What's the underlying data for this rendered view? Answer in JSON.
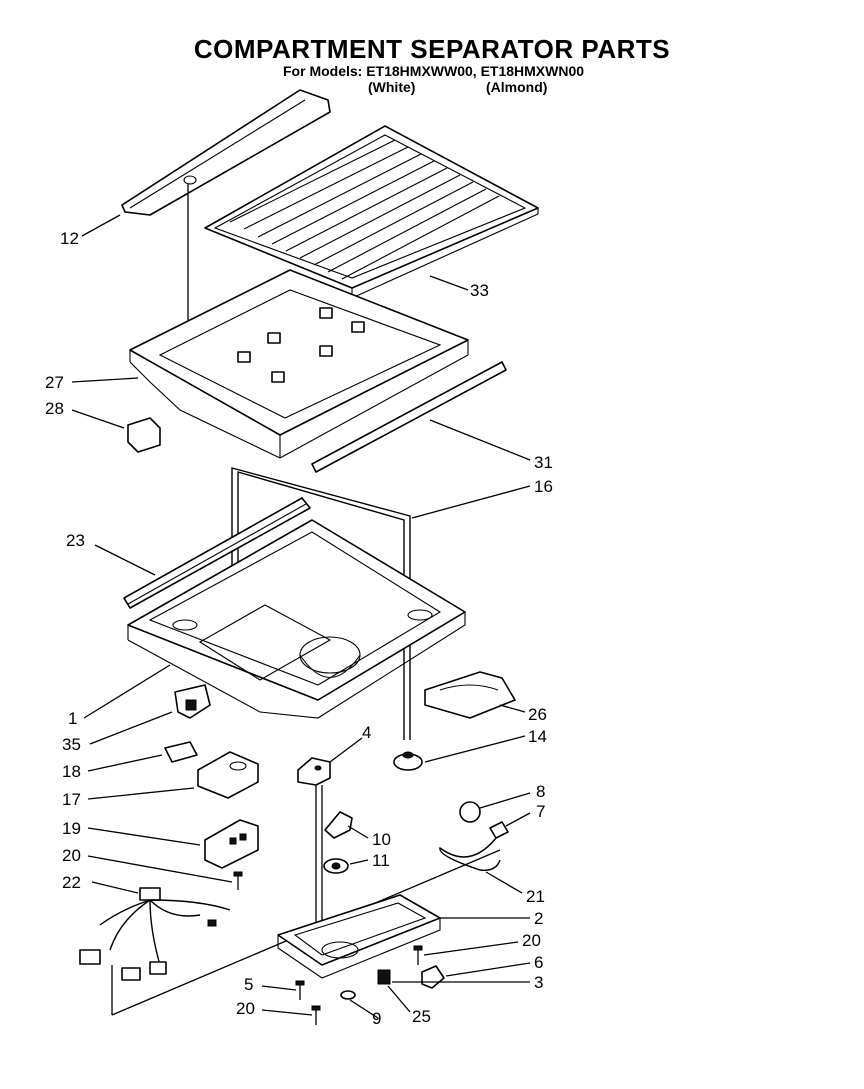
{
  "title": "COMPARTMENT SEPARATOR PARTS",
  "subtitle": "For Models: ET18HMXWW00, ET18HMXWN00",
  "variants": {
    "white": "(White)",
    "almond": "(Almond)"
  },
  "callouts": {
    "p1": "1",
    "p2": "2",
    "p3": "3",
    "p4": "4",
    "p5": "5",
    "p6": "6",
    "p7": "7",
    "p8": "8",
    "p9": "9",
    "p10": "10",
    "p11": "11",
    "p12": "12",
    "p14": "14",
    "p16": "16",
    "p17": "17",
    "p18": "18",
    "p19": "19",
    "p20a": "20",
    "p20b": "20",
    "p20c": "20",
    "p21": "21",
    "p22": "22",
    "p23": "23",
    "p25": "25",
    "p26": "26",
    "p27": "27",
    "p28": "28",
    "p31": "31",
    "p33": "33",
    "p35": "35"
  }
}
